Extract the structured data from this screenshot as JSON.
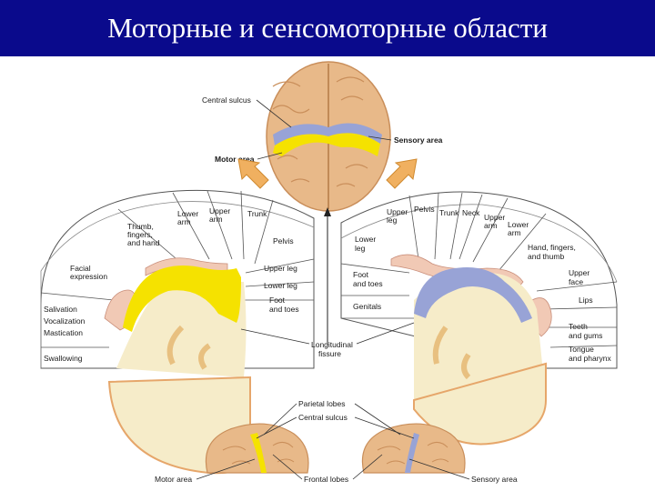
{
  "slide": {
    "title": "Моторные и сенсомоторные области"
  },
  "colors": {
    "title_bar": "#0a0a8c",
    "motor": "#f5e200",
    "sensory": "#98a3d6",
    "tissue": "#f6ecc9",
    "brain": "#e8b989"
  },
  "top_brain": {
    "central_sulcus": "Central sulcus",
    "sensory_area": "Sensory area",
    "motor_area": "Motor area"
  },
  "motor_map": {
    "face": "Facial",
    "expression": "expression",
    "thumb1": "Thumb,",
    "thumb2": "fingers,",
    "thumb3": "and hand",
    "lower_arm1": "Lower",
    "lower_arm2": "arm",
    "upper_arm1": "Upper",
    "upper_arm2": "arm",
    "trunk": "Trunk",
    "pelvis": "Pelvis",
    "upper_leg": "Upper leg",
    "lower_leg": "Lower leg",
    "foot1": "Foot",
    "foot2": "and toes",
    "salivation": "Salivation",
    "vocalization": "Vocalization",
    "mastication": "Mastication",
    "swallowing": "Swallowing"
  },
  "sensory_map": {
    "upper_leg1": "Upper",
    "upper_leg2": "leg",
    "pelvis": "Pelvis",
    "trunk": "Trunk",
    "neck": "Neck",
    "upper_arm1": "Upper",
    "upper_arm2": "arm",
    "lower_arm1": "Lower",
    "lower_arm2": "arm",
    "lower_leg1": "Lower",
    "lower_leg2": "leg",
    "hand1": "Hand, fingers,",
    "hand2": "and thumb",
    "foot1": "Foot",
    "foot2": "and toes",
    "upper_face1": "Upper",
    "upper_face2": "face",
    "genitals": "Genitals",
    "lips": "Lips",
    "teeth1": "Teeth",
    "teeth2": "and gums",
    "tongue1": "Tongue",
    "tongue2": "and pharynx"
  },
  "center": {
    "fissure1": "Longitudinal",
    "fissure2": "fissure"
  },
  "bottom": {
    "parietal": "Parietal lobes",
    "central_sulcus": "Central sulcus",
    "frontal": "Frontal lobes",
    "motor_area": "Motor area",
    "sensory_area": "Sensory area"
  }
}
